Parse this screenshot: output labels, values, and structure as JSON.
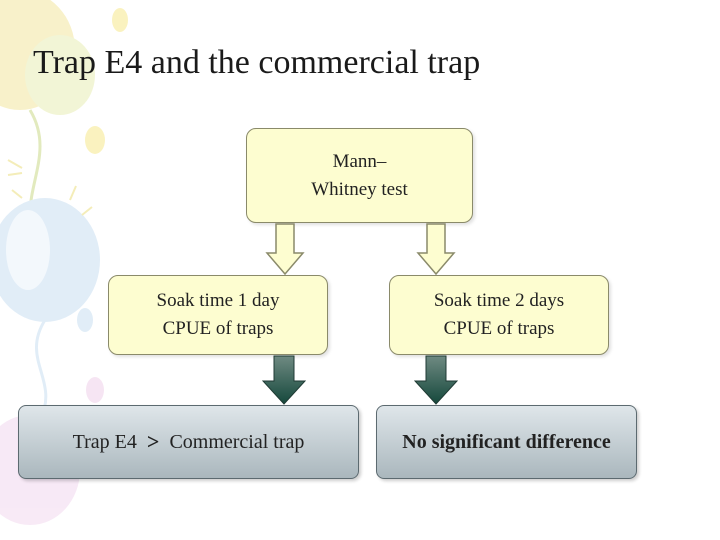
{
  "title": "Trap E4 and the commercial trap",
  "test_box": {
    "line1": "Mann–",
    "line2": "Whitney test"
  },
  "left_box": {
    "line1": "Soak time 1 day",
    "line2": "CPUE of traps"
  },
  "right_box": {
    "line1": "Soak time 2 days",
    "line2": "CPUE of traps"
  },
  "left_result": {
    "left": "Trap E4",
    "operator": ">",
    "right": "Commercial trap"
  },
  "right_result": {
    "text": "No significant difference"
  },
  "colors": {
    "box_fill": "#fdfdd0",
    "result_fill": "#aab7bd",
    "dark_arrow": "#1f5f50"
  }
}
